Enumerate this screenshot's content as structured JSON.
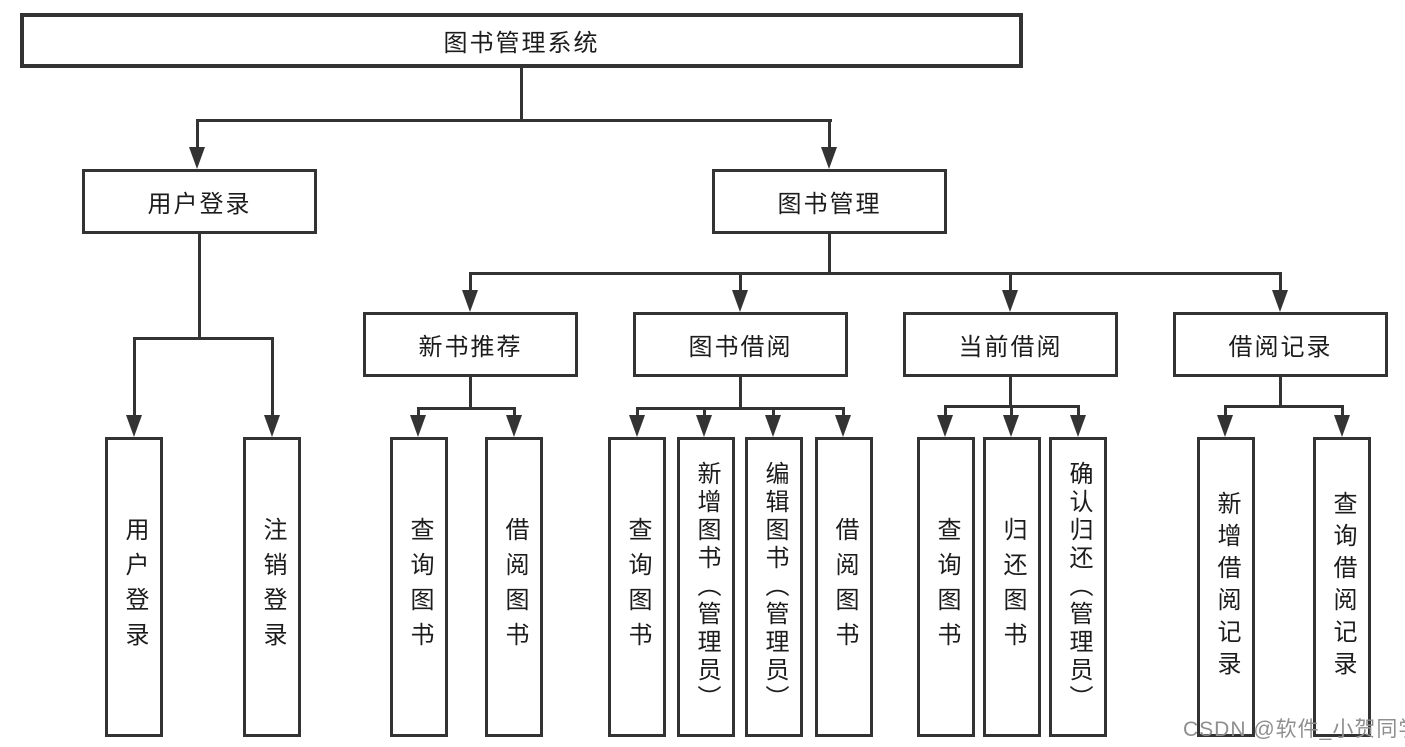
{
  "tree": {
    "label": "图书管理系统",
    "children": [
      {
        "label": "用户登录",
        "children": [
          {
            "label": "用户登录"
          },
          {
            "label": "注销登录"
          }
        ]
      },
      {
        "label": "图书管理",
        "children": [
          {
            "label": "新书推荐",
            "children": [
              {
                "label": "查询图书"
              },
              {
                "label": "借阅图书"
              }
            ]
          },
          {
            "label": "图书借阅",
            "children": [
              {
                "label": "查询图书"
              },
              {
                "label": "新增图书（管理员）"
              },
              {
                "label": "编辑图书（管理员）"
              },
              {
                "label": "借阅图书"
              }
            ]
          },
          {
            "label": "当前借阅",
            "children": [
              {
                "label": "查询图书"
              },
              {
                "label": "归还图书"
              },
              {
                "label": "确认归还（管理员）"
              }
            ]
          },
          {
            "label": "借阅记录",
            "children": [
              {
                "label": "新增借阅记录"
              },
              {
                "label": "查询借阅记录"
              }
            ]
          }
        ]
      }
    ]
  },
  "watermark": {
    "text": "CSDN @软件_小贺同学"
  },
  "colors": {
    "line": "#333333",
    "text": "#1c1c1c",
    "watermark": "#8f8f8f",
    "background": "#ffffff"
  }
}
